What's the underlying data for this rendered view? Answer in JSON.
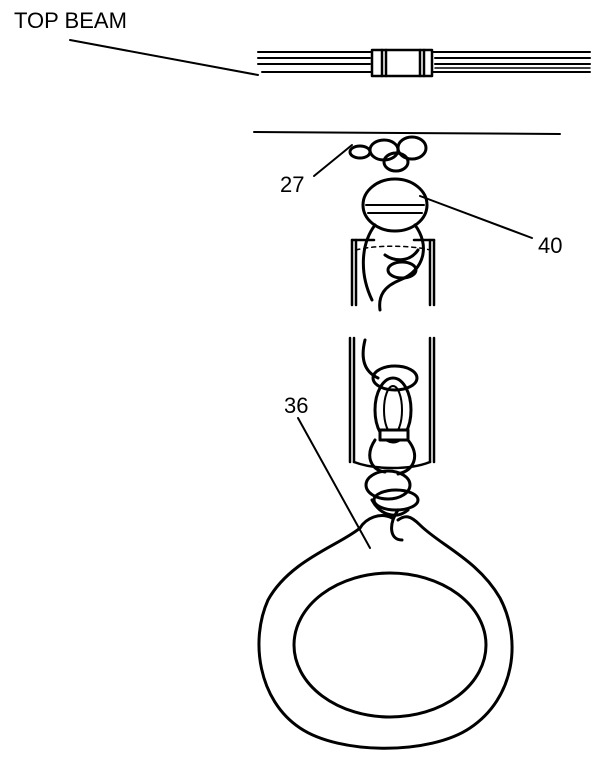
{
  "labels": {
    "top_beam": "TOP BEAM",
    "part_27": "27",
    "part_40": "40",
    "part_36": "36"
  },
  "colors": {
    "ink": "#000000",
    "background": "#ffffff"
  }
}
